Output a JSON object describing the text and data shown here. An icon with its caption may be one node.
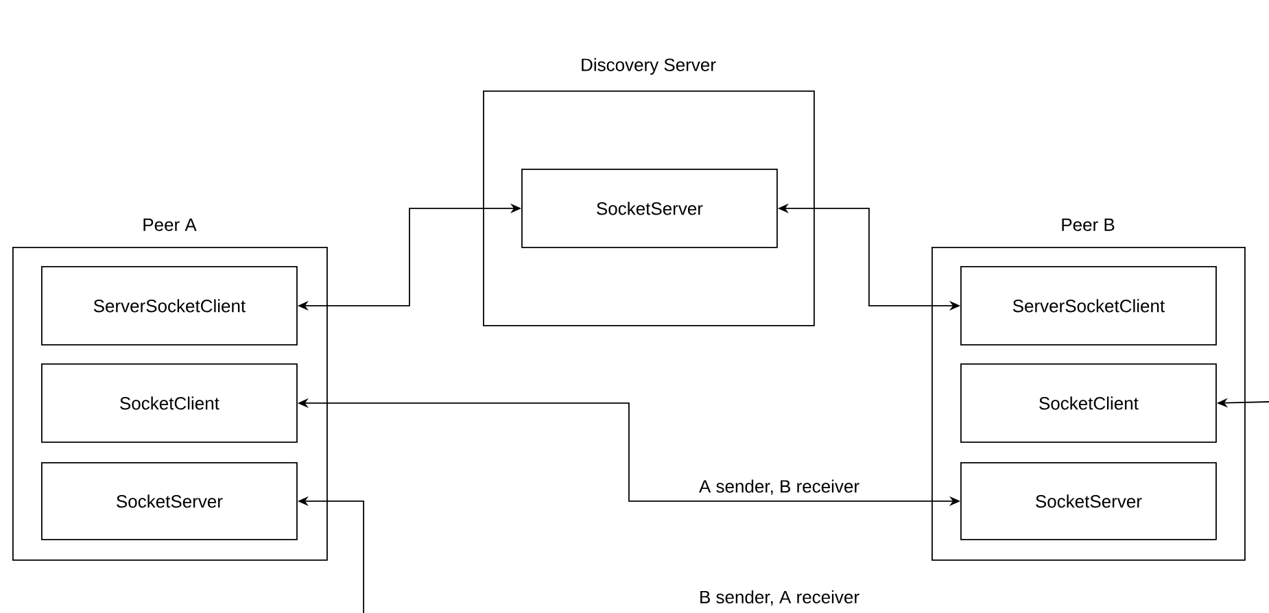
{
  "diagram": {
    "nodes": [
      {
        "text": [
          "Discovery Server"
        ]
      },
      {
        "text": [
          "SocketServer"
        ],
        "in": 0
      },
      {
        "text": [
          "Peer A"
        ]
      },
      {
        "text": [
          "ServerSocketClient"
        ],
        "in": 2
      },
      {
        "text": [
          "SocketClient"
        ],
        "in": 2
      },
      {
        "text": [
          "SocketServer"
        ],
        "in": 2
      },
      {
        "text": [
          "Peer B"
        ]
      },
      {
        "text": [
          "ServerSocketClient"
        ],
        "in": 6
      },
      {
        "text": [
          "SocketClient"
        ],
        "in": 6
      },
      {
        "text": [
          "SocketServer"
        ],
        "in": 6
      }
    ],
    "edges": [
      {
        "from": 3,
        "to": 1,
        "arrow": "both"
      },
      {
        "from": 1,
        "to": 7,
        "arrow": "both"
      },
      {
        "from": 4,
        "to": 9,
        "arrow": "both",
        "label": "A sender, B receiver"
      },
      {
        "from": null,
        "to": 5,
        "arrow": "to"
      },
      {
        "from": null,
        "to": 8,
        "arrow": "to"
      }
    ],
    "labels": [
      "B sender, A receiver"
    ]
  }
}
